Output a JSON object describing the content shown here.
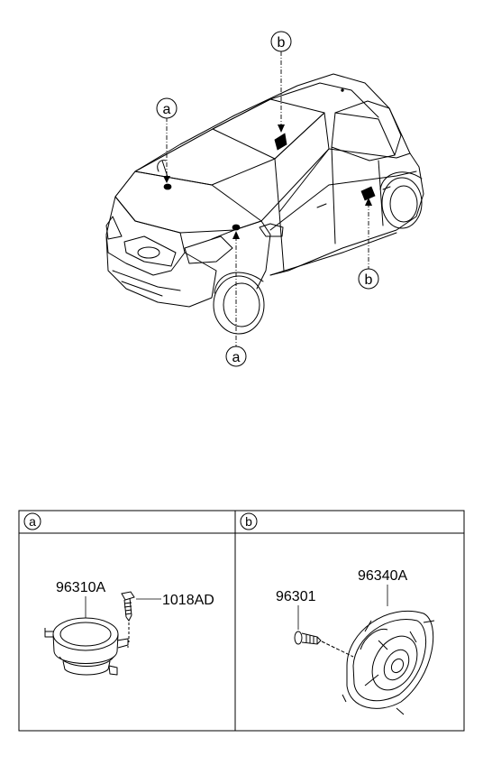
{
  "callouts": {
    "front_roof": "b",
    "windshield": "a",
    "door": "b",
    "pillar": "a"
  },
  "parts_table": {
    "header_a": "a",
    "header_b": "b",
    "tweeter_part": "96310A",
    "tweeter_screw_part": "1018AD",
    "door_speaker_part": "96340A",
    "door_screw_part": "96301"
  }
}
